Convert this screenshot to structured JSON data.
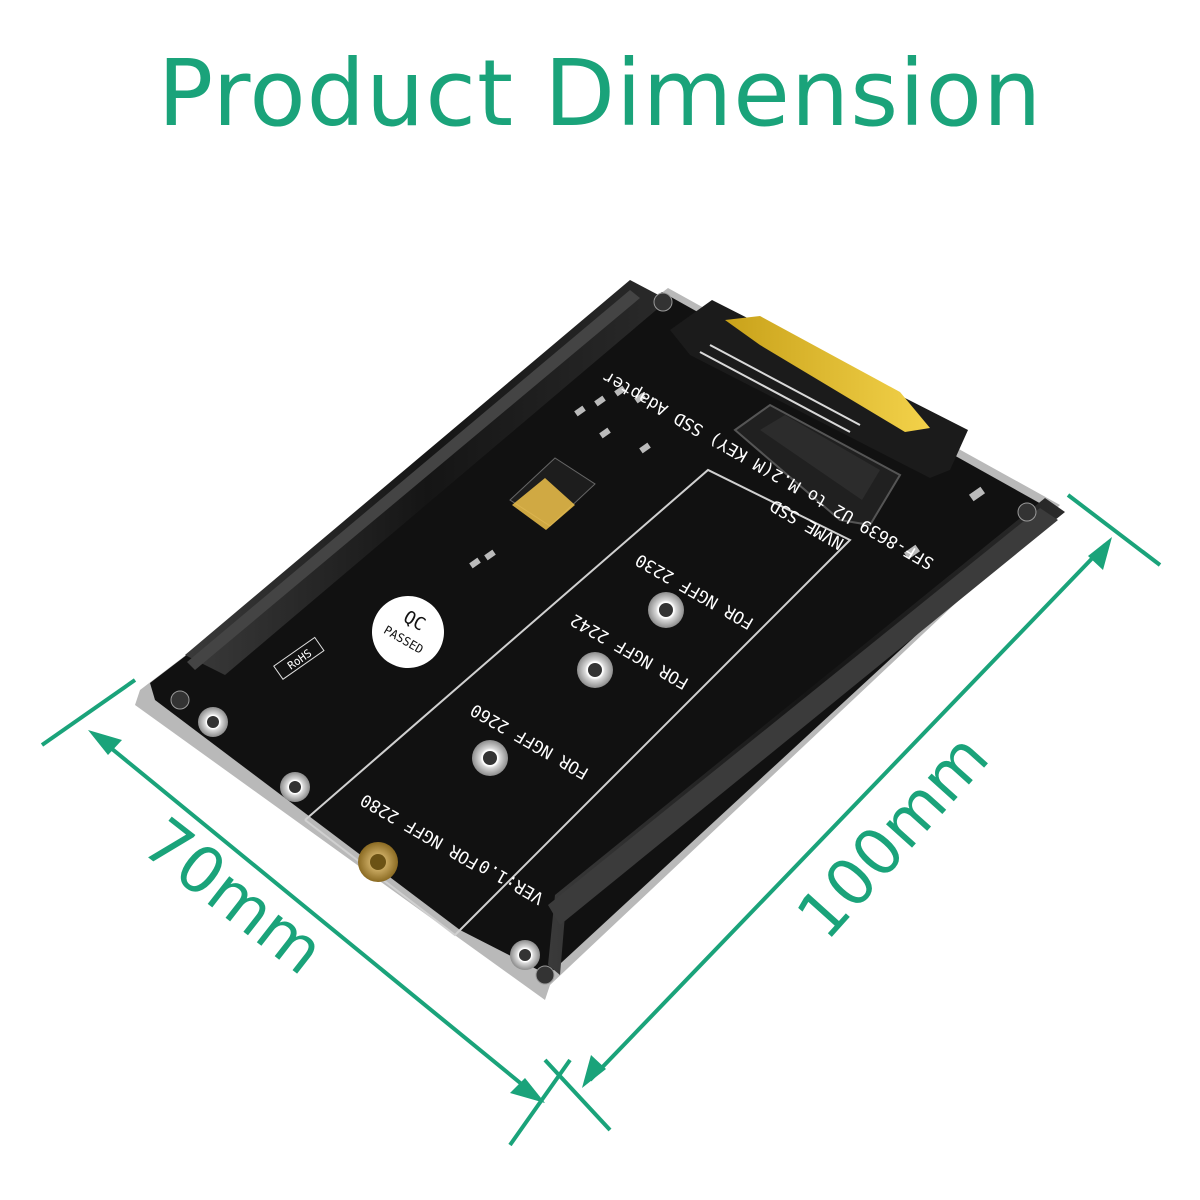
{
  "title": "Product Dimension",
  "dimensions": {
    "width": "70mm",
    "length": "100mm"
  },
  "board_labels": {
    "model": "SFF-8639 U2 to M.2(M KEY) SSD Adapter",
    "nvme": "NVME SSD",
    "ngff_2230": "FOR NGFF 2230",
    "ngff_2242": "FOR NGFF 2242",
    "ngff_2260": "FOR NGFF 2260",
    "ngff_2280": "FOR NGFF 2280",
    "version": "VER:1.0",
    "qc_line1": "QC",
    "qc_line2": "PASSED",
    "rohs": "RoHS"
  },
  "colors": {
    "accent": "#1aa37a",
    "board": "#111111",
    "rail": "#1c1c1c"
  }
}
